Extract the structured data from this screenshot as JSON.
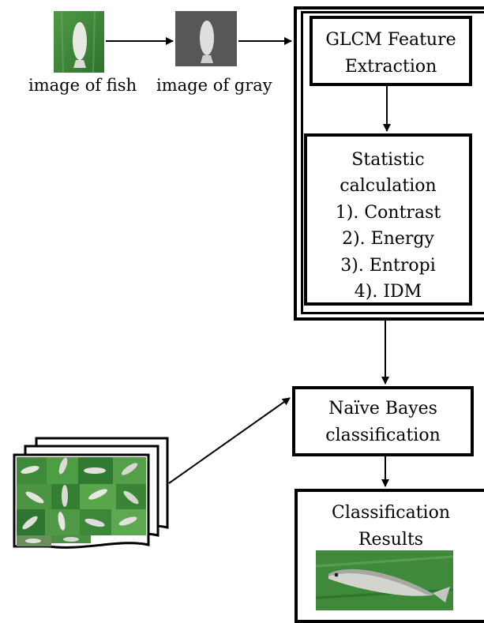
{
  "input": {
    "fish_label": "image of fish",
    "gray_label": "image of gray"
  },
  "glcm": {
    "title_line1": "GLCM Feature",
    "title_line2": "Extraction"
  },
  "statistics": {
    "title_line1": "Statistic",
    "title_line2": "calculation",
    "items": [
      "1). Contrast",
      "2). Energy",
      "3). Entropi",
      "4). IDM"
    ]
  },
  "classifier": {
    "line1": "Naïve Bayes",
    "line2": "classification"
  },
  "results": {
    "line1": "Classification",
    "line2": "Results"
  },
  "colors": {
    "leaf_green": "#3f8a3a",
    "leaf_light": "#6fb060",
    "gray_bg": "#555555",
    "fish_white": "#e8e8e4"
  }
}
